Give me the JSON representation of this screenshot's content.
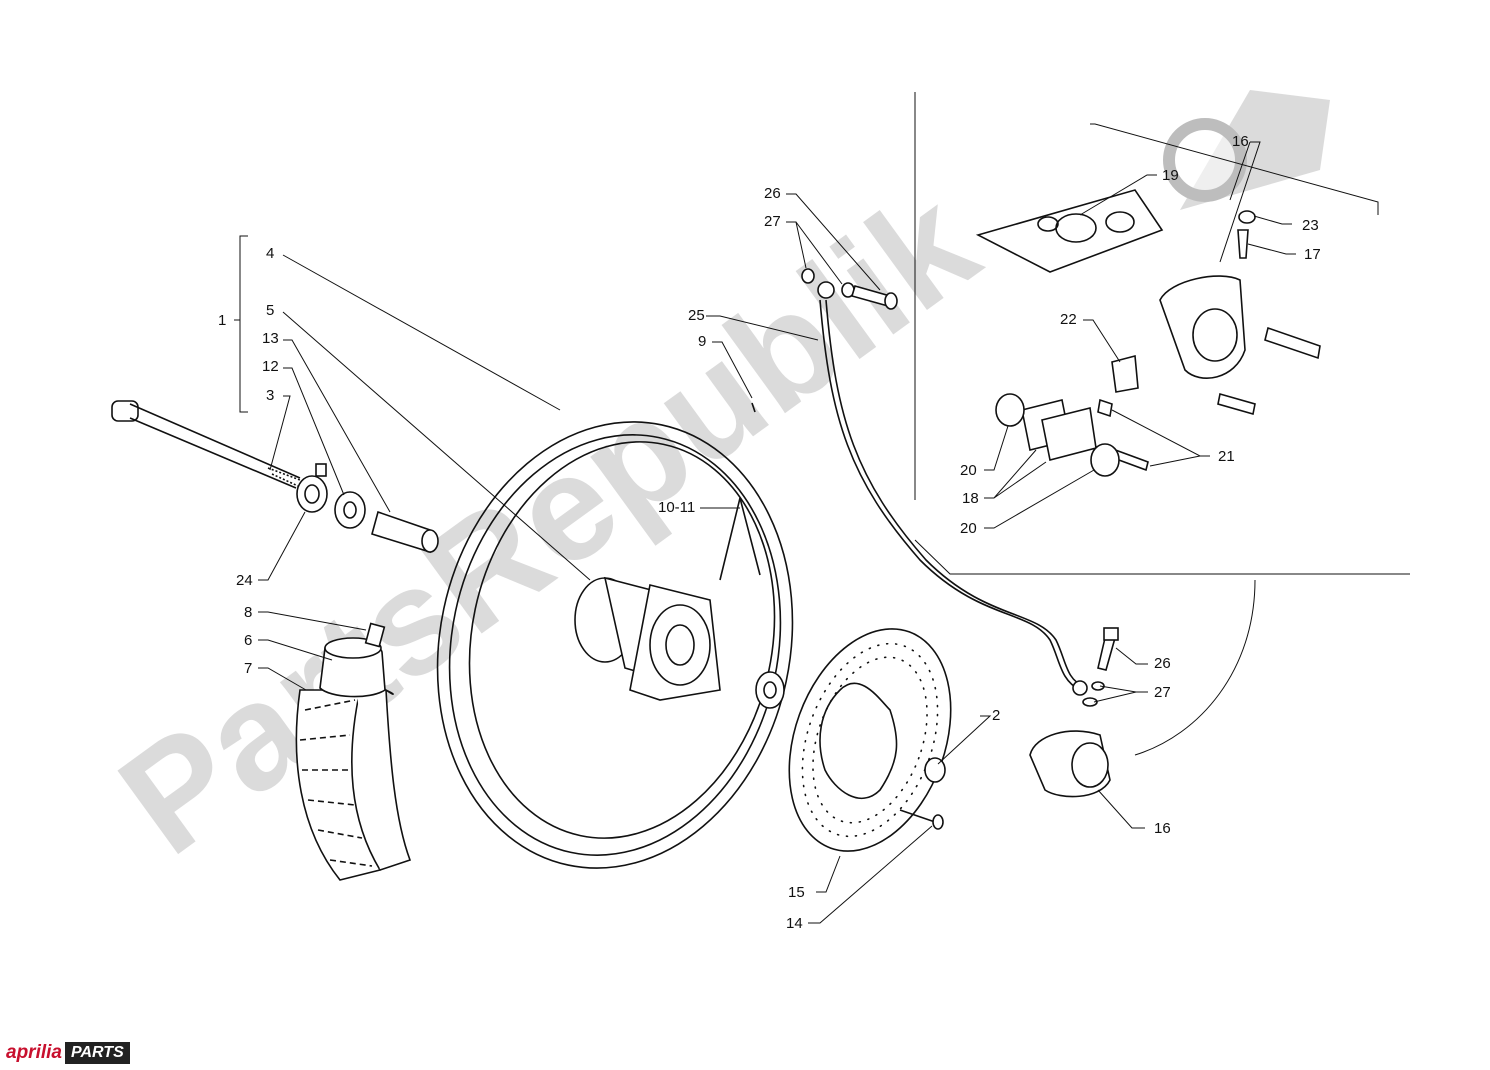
{
  "watermark": {
    "text": "PartsRepublik"
  },
  "logo": {
    "brand": "aprilia",
    "badge": "PARTS"
  },
  "labels": [
    {
      "id": "l1",
      "text": "1"
    },
    {
      "id": "l4",
      "text": "4"
    },
    {
      "id": "l5",
      "text": "5"
    },
    {
      "id": "l13",
      "text": "13"
    },
    {
      "id": "l12",
      "text": "12"
    },
    {
      "id": "l3",
      "text": "3"
    },
    {
      "id": "l24",
      "text": "24"
    },
    {
      "id": "l8",
      "text": "8"
    },
    {
      "id": "l6",
      "text": "6"
    },
    {
      "id": "l7",
      "text": "7"
    },
    {
      "id": "l26a",
      "text": "26"
    },
    {
      "id": "l27a",
      "text": "27"
    },
    {
      "id": "l25",
      "text": "25"
    },
    {
      "id": "l9",
      "text": "9"
    },
    {
      "id": "l1011",
      "text": "10-11"
    },
    {
      "id": "l2",
      "text": "2"
    },
    {
      "id": "l15",
      "text": "15"
    },
    {
      "id": "l14",
      "text": "14"
    },
    {
      "id": "l26b",
      "text": "26"
    },
    {
      "id": "l27b",
      "text": "27"
    },
    {
      "id": "l16b",
      "text": "16"
    },
    {
      "id": "l16a",
      "text": "16"
    },
    {
      "id": "l19",
      "text": "19"
    },
    {
      "id": "l23",
      "text": "23"
    },
    {
      "id": "l17",
      "text": "17"
    },
    {
      "id": "l22",
      "text": "22"
    },
    {
      "id": "l21",
      "text": "21"
    },
    {
      "id": "l20a",
      "text": "20"
    },
    {
      "id": "l18",
      "text": "18"
    },
    {
      "id": "l20b",
      "text": "20"
    }
  ]
}
